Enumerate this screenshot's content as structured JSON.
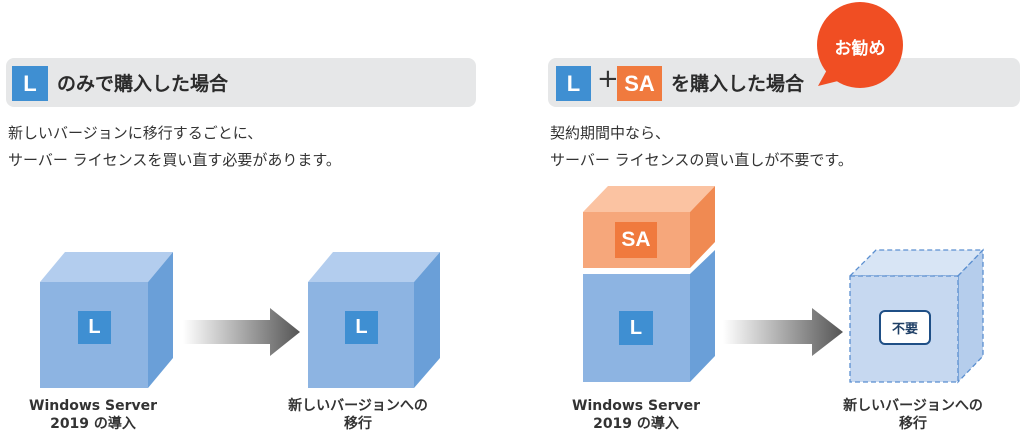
{
  "left": {
    "badge": "L",
    "title": "のみで購入した場合",
    "desc": [
      "新しいバージョンに移行するごとに、",
      "サーバー ライセンスを買い直す必要があります。"
    ],
    "cube1_badge": "L",
    "cube2_badge": "L",
    "caption1": [
      "Windows Server",
      "2019 の導入"
    ],
    "caption2": [
      "新しいバージョンへの",
      "移行"
    ]
  },
  "right": {
    "badge_l": "L",
    "plus": "+",
    "badge_sa": "SA",
    "title": "を購入した場合",
    "recommend": "お勧め",
    "desc": [
      "契約期間中なら、",
      "サーバー ライセンスの買い直しが不要です。"
    ],
    "sa_badge": "SA",
    "l_badge": "L",
    "unneeded": "不要",
    "caption1": [
      "Windows Server",
      "2019 の導入"
    ],
    "caption2": [
      "新しいバージョンへの",
      "移行"
    ]
  },
  "colors": {
    "blue": "#3f8fd2",
    "orange": "#f07a3e",
    "bubble": "#f04e23",
    "cube_front": "#8db4e2",
    "cube_side": "#6a9fd8",
    "cube_top": "#b3cdee"
  }
}
